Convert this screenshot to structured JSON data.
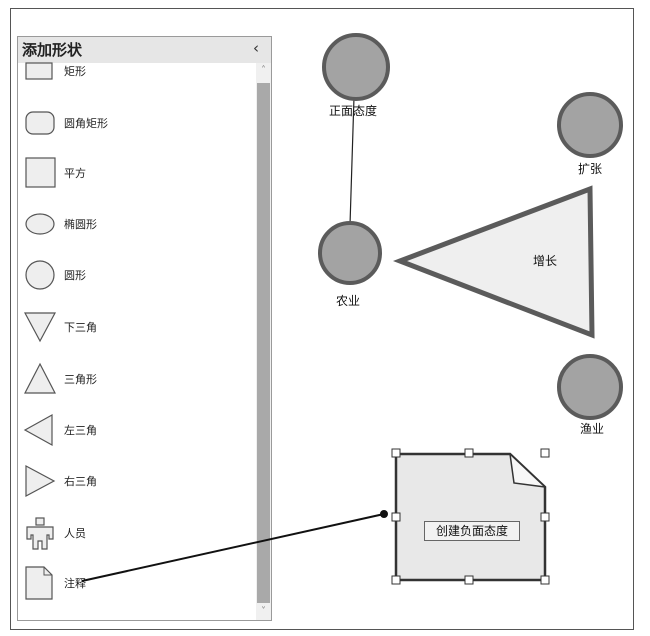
{
  "sidebar": {
    "title": "添加形状",
    "collapse_glyph": "‹",
    "scroll_up_glyph": "˄",
    "scroll_down_glyph": "˅",
    "items": [
      {
        "label": "矩形",
        "icon": "rectangle-icon"
      },
      {
        "label": "圆角矩形",
        "icon": "rounded-rectangle-icon"
      },
      {
        "label": "平方",
        "icon": "square-icon"
      },
      {
        "label": "椭圆形",
        "icon": "ellipse-icon"
      },
      {
        "label": "圆形",
        "icon": "circle-icon"
      },
      {
        "label": "下三角",
        "icon": "down-triangle-icon"
      },
      {
        "label": "三角形",
        "icon": "triangle-icon"
      },
      {
        "label": "左三角",
        "icon": "left-triangle-icon"
      },
      {
        "label": "右三角",
        "icon": "right-triangle-icon"
      },
      {
        "label": "人员",
        "icon": "person-icon"
      },
      {
        "label": "注释",
        "icon": "note-icon"
      }
    ]
  },
  "canvas": {
    "nodes": [
      {
        "label": "正面态度",
        "shape": "circle"
      },
      {
        "label": "扩张",
        "shape": "circle"
      },
      {
        "label": "农业",
        "shape": "circle"
      },
      {
        "label": "增长",
        "shape": "triangle"
      },
      {
        "label": "渔业",
        "shape": "circle"
      }
    ],
    "note": {
      "text": "创建负面态度",
      "state": "selected"
    }
  },
  "colors": {
    "node_fill": "#a3a3a3",
    "node_stroke": "#5b5b5b",
    "triangle_fill": "#efefef",
    "panel_header": "#e6e6e6"
  }
}
